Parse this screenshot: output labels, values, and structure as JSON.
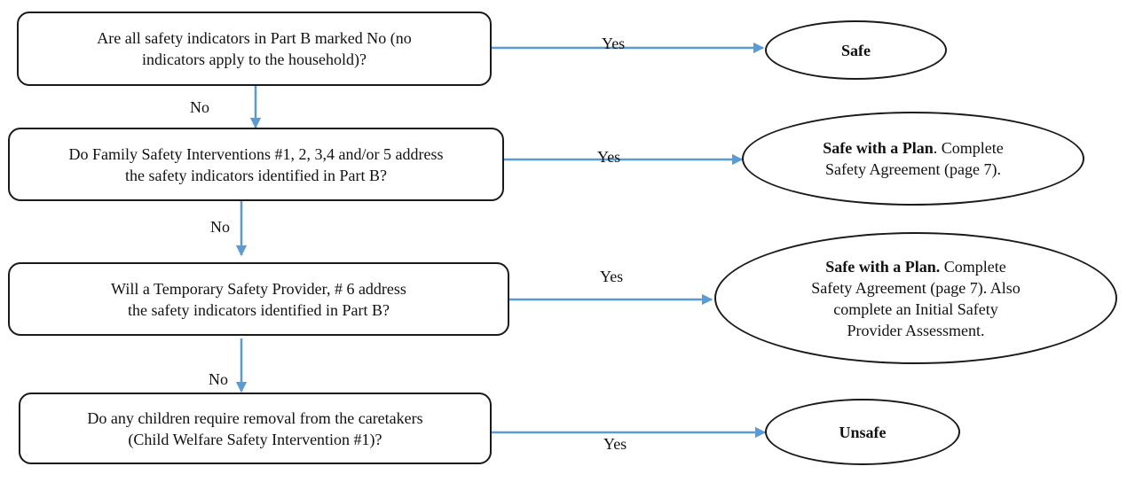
{
  "questions": [
    {
      "line1": "Are all safety indicators in Part B marked No (no",
      "line2": "indicators apply to the household)?"
    },
    {
      "line1": "Do Family Safety Interventions #1, 2, 3,4 and/or 5 address",
      "line2": "the safety indicators identified in Part B?"
    },
    {
      "line1": "Will a Temporary Safety Provider, # 6 address",
      "line2": "the safety indicators identified in Part B?"
    },
    {
      "line1": "Do any children require removal from the caretakers",
      "line2": "(Child Welfare Safety Intervention #1)?"
    }
  ],
  "outcomes": [
    {
      "bold": "Safe",
      "rest": "",
      "line2": "",
      "line3": "",
      "line4": ""
    },
    {
      "bold": "Safe with a Plan",
      "rest": ". Complete",
      "line2": "Safety Agreement (page 7).",
      "line3": "",
      "line4": ""
    },
    {
      "bold": "Safe with a Plan.",
      "rest": " Complete",
      "line2": "Safety Agreement (page 7).  Also",
      "line3": "complete an Initial Safety",
      "line4": "Provider Assessment."
    },
    {
      "bold": "Unsafe",
      "rest": "",
      "line2": "",
      "line3": "",
      "line4": ""
    }
  ],
  "labels": {
    "yes": "Yes",
    "no": "No"
  },
  "colors": {
    "arrow": "#5b9bd5",
    "border": "#1a1a1a"
  }
}
